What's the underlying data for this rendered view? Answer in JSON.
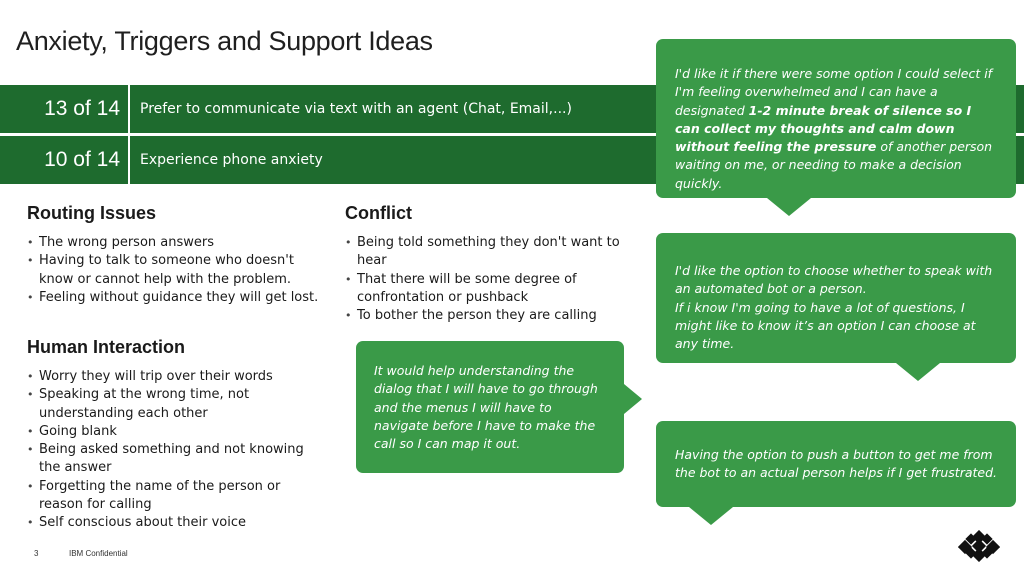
{
  "slide": {
    "title": "Anxiety, Triggers and Support Ideas",
    "page_number": "3",
    "confidential": "IBM Confidential"
  },
  "stats": [
    {
      "count": "13 of 14",
      "text": "Prefer to communicate via text with an agent (Chat, Email,...)"
    },
    {
      "count": "10 of 14",
      "text": "Experience phone anxiety"
    }
  ],
  "routing": {
    "heading": "Routing Issues",
    "items": [
      "The wrong person answers",
      "Having to talk to someone who doesn't know or cannot help with the problem.",
      "Feeling without guidance they will get lost."
    ]
  },
  "human": {
    "heading": "Human Interaction",
    "items": [
      "Worry they will trip over their words",
      "Speaking at the wrong time, not understanding each other",
      "Going blank",
      "Being asked something and not knowing the answer",
      "Forgetting the name of the person or reason for calling",
      "Self conscious about their voice"
    ]
  },
  "conflict": {
    "heading": "Conflict",
    "items": [
      "Being told something they don't want to hear",
      "That there will be some degree of confrontation or pushback",
      "To bother the person they are calling"
    ]
  },
  "quotes": {
    "q1": {
      "part1": "I'd like it if there were some option I could select if I'm feeling overwhelmed and I can have a designated ",
      "bold": "1-2 minute break of silence so I can collect my thoughts and calm down without feeling the pressure",
      "part2": " of another person waiting on me, or needing to make a decision quickly."
    },
    "q2": {
      "line1": "I'd like the option to choose whether to speak with an automated bot or a person.",
      "line2": "If i know I'm going to have a lot of questions, I might like to know it’s an option I can choose at any time."
    },
    "q3": "Having the option to push a button to get me from the bot to an actual person helps if I get frustrated.",
    "q4": "It would help understanding the dialog that I will have to go through and the menus I will have to navigate before I have to make the call so I can map it out."
  },
  "colors": {
    "band": "#1e6b2e",
    "bubble": "#3a9a48"
  }
}
